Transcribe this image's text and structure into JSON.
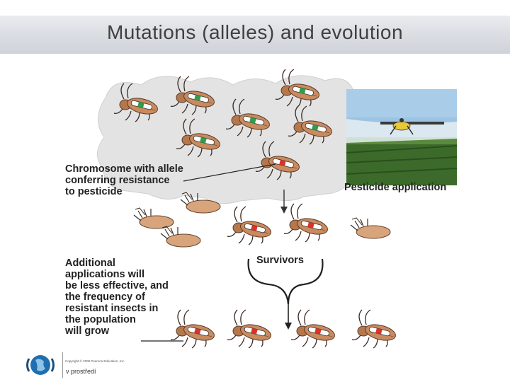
{
  "slide": {
    "title": "Mutations (alleles) and evolution"
  },
  "figure": {
    "labels": {
      "chromosome": "Chromosome with allele\nconferring resistance\nto pesticide",
      "pesticide": "Pesticide application",
      "survivors": "Survivors",
      "additional": "Additional\napplications will\nbe less effective, and\nthe frequency of\nresistant insects in\nthe population\nwill grow"
    },
    "copyright": "Copyright © 2008 Pearson Education, Inc.",
    "colors": {
      "resistant_allele": "#d9342b",
      "susceptible_allele": "#2e9e4e",
      "beetle_body": "#c98a5e",
      "cloud": "#e6e6e6"
    }
  },
  "footer": {
    "text": "v prostředí",
    "logo_icon": "globe-logo-icon"
  }
}
